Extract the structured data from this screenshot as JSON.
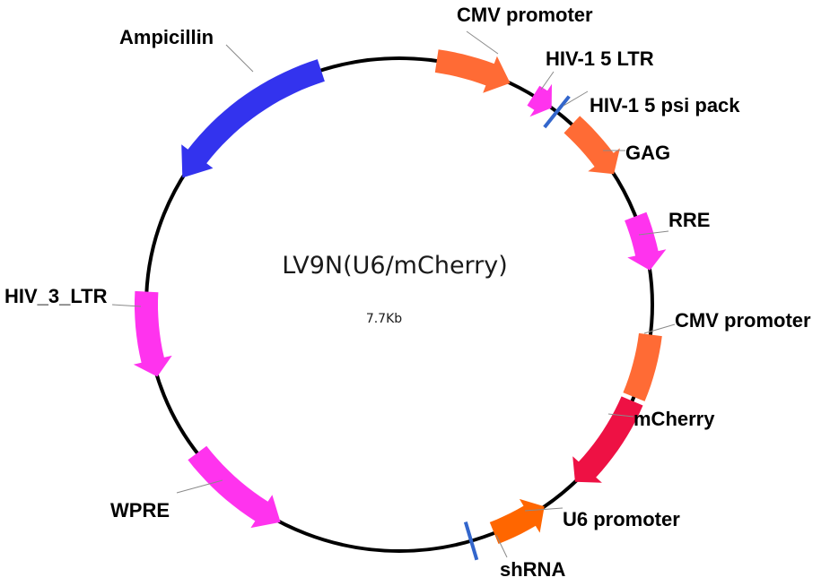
{
  "plasmid": {
    "name": "LV9N(U6/mCherry)",
    "size": "7.7Kb"
  },
  "features": [
    {
      "id": "cmv1",
      "label": "CMV promoter",
      "color": "#ff6b35",
      "kind": "arrow",
      "dir": "cw"
    },
    {
      "id": "ltr5",
      "label": "HIV-1 5 LTR",
      "color": "#ff33ee",
      "kind": "arrow",
      "dir": "cw"
    },
    {
      "id": "psi",
      "label": "HIV-1 5 psi pack",
      "color": "#3366cc",
      "kind": "marker"
    },
    {
      "id": "gag",
      "label": "GAG",
      "color": "#ff6b35",
      "kind": "arrow",
      "dir": "cw"
    },
    {
      "id": "rre",
      "label": "RRE",
      "color": "#ff33ee",
      "kind": "arrow",
      "dir": "cw"
    },
    {
      "id": "cmv2",
      "label": "CMV promoter",
      "color": "#ff6b35",
      "kind": "block"
    },
    {
      "id": "mch",
      "label": "mCherry",
      "color": "#ee1144",
      "kind": "arrow",
      "dir": "cw"
    },
    {
      "id": "u6",
      "label": "U6 promoter",
      "color": "#ff6600",
      "kind": "arrow",
      "dir": "ccw"
    },
    {
      "id": "shrna",
      "label": "shRNA",
      "color": "#3366cc",
      "kind": "marker"
    },
    {
      "id": "wpre",
      "label": "WPRE",
      "color": "#ff33ee",
      "kind": "arrow",
      "dir": "ccw"
    },
    {
      "id": "ltr3",
      "label": "HIV_3_LTR",
      "color": "#ff33ee",
      "kind": "arrow",
      "dir": "ccw"
    },
    {
      "id": "amp",
      "label": "Ampicillin",
      "color": "#3333ee",
      "kind": "arrow",
      "dir": "ccw"
    }
  ]
}
